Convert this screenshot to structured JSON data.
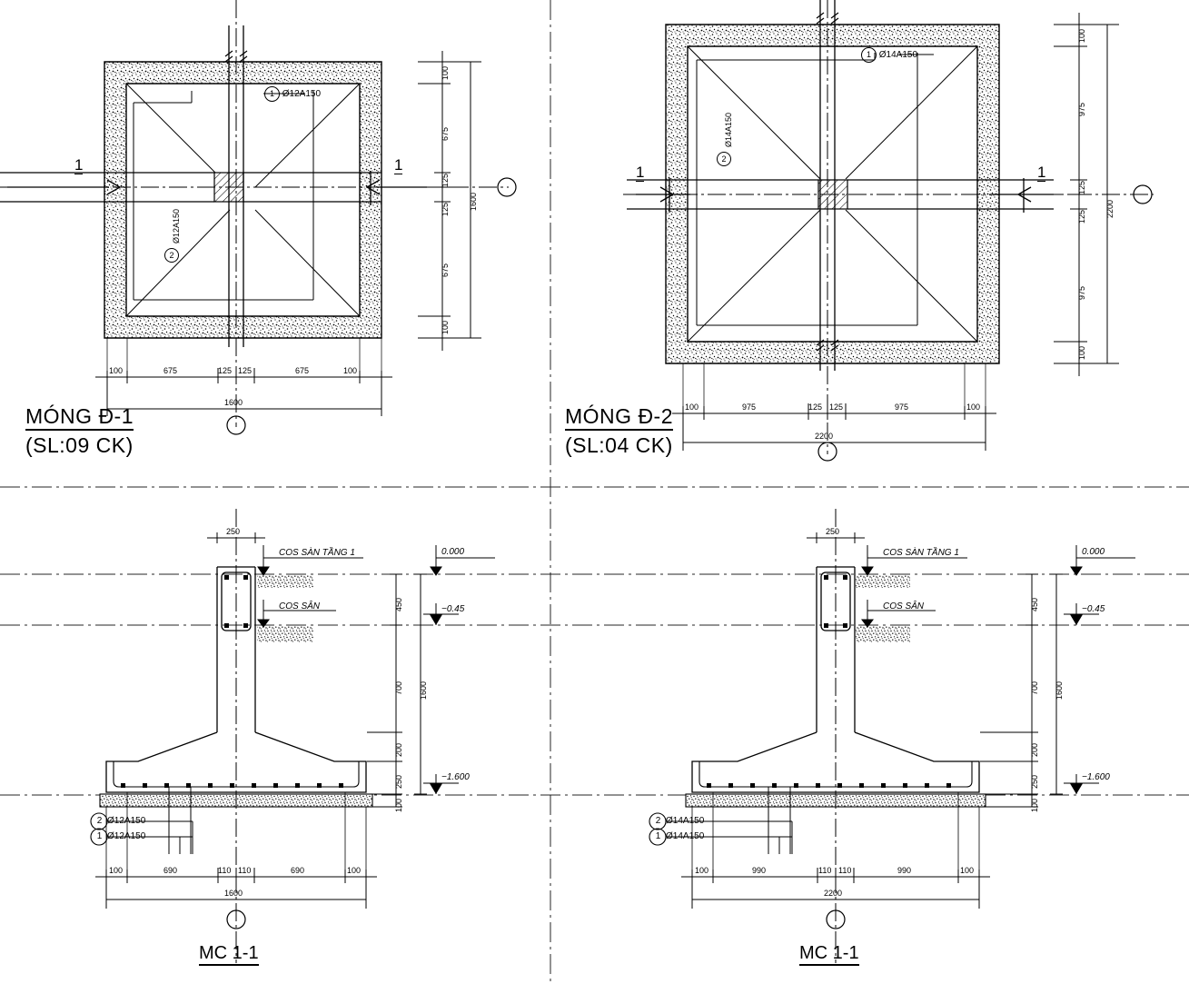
{
  "drawing": {
    "type": "structural-foundation-detail",
    "language": "vi",
    "units": "mm"
  },
  "foundations": [
    {
      "id": "D-1",
      "plan_title": "MÓNG Đ-1",
      "plan_qty": "(SL:09 CK)",
      "section_title": "MC 1-1",
      "section_mark": "1",
      "rebar": [
        {
          "mark": "1",
          "label": "Ø12A150"
        },
        {
          "mark": "2",
          "label": "Ø12A150"
        }
      ],
      "plan_dims_h": [
        "100",
        "675",
        "125",
        "125",
        "675",
        "100"
      ],
      "plan_total_h": "1600",
      "plan_dims_v": [
        "100",
        "675",
        "125",
        "125",
        "675",
        "100"
      ],
      "plan_total_v": "1600",
      "section_dims_h": [
        "100",
        "690",
        "110",
        "110",
        "690",
        "100"
      ],
      "section_total_h": "1600",
      "section_dims_v": [
        "450",
        "700",
        "200",
        "250",
        "100"
      ],
      "section_total_v": "1600",
      "column_width": "250",
      "levels": [
        {
          "text": "0.000"
        },
        {
          "text": "−0.45"
        },
        {
          "text": "−1.600"
        }
      ],
      "level_notes": [
        {
          "text": "COS SÀN TẦNG 1"
        },
        {
          "text": "COS SÂN"
        }
      ]
    },
    {
      "id": "D-2",
      "plan_title": "MÓNG Đ-2",
      "plan_qty": "(SL:04 CK)",
      "section_title": "MC 1-1",
      "section_mark": "1",
      "rebar": [
        {
          "mark": "1",
          "label": "Ø14A150"
        },
        {
          "mark": "2",
          "label": "Ø14A150"
        }
      ],
      "plan_dims_h": [
        "100",
        "975",
        "125",
        "125",
        "975",
        "100"
      ],
      "plan_total_h": "2200",
      "plan_dims_v": [
        "100",
        "975",
        "125",
        "125",
        "975",
        "100"
      ],
      "plan_total_v": "2200",
      "section_dims_h": [
        "100",
        "990",
        "110",
        "110",
        "990",
        "100"
      ],
      "section_total_h": "2200",
      "section_dims_v": [
        "450",
        "700",
        "200",
        "250",
        "100"
      ],
      "section_total_v": "1600",
      "column_width": "250",
      "levels": [
        {
          "text": "0.000"
        },
        {
          "text": "−0.45"
        },
        {
          "text": "−1.600"
        }
      ],
      "level_notes": [
        {
          "text": "COS SÀN TẦNG 1"
        },
        {
          "text": "COS SÂN"
        }
      ]
    }
  ],
  "colors": {
    "line": "#000000",
    "background": "#ffffff",
    "hatch": "#000000"
  }
}
